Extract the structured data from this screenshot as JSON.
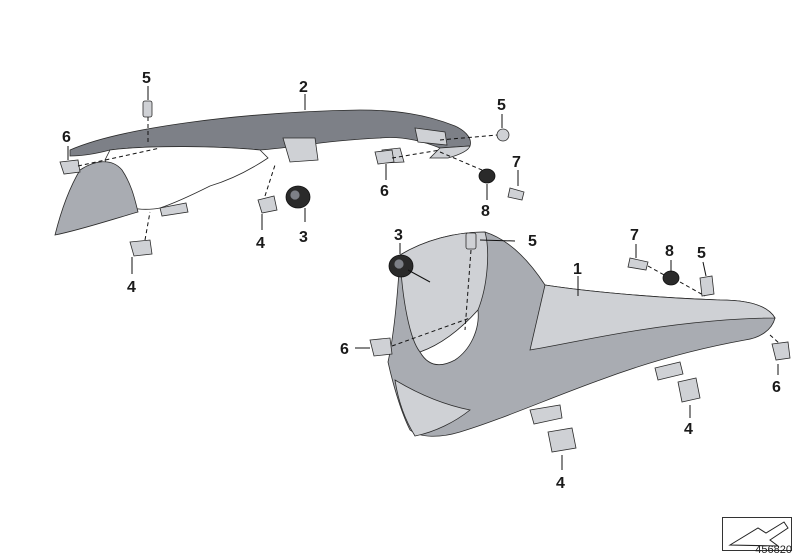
{
  "diagram": {
    "callouts": {
      "upper_cover": "2",
      "lower_cover": "1",
      "c3_upper": "3",
      "c3_lower": "3",
      "c4_upper_left": "4",
      "c4_upper_mid": "4",
      "c4_lower_left": "4",
      "c4_lower_right": "4",
      "c5_upper_left": "5",
      "c5_upper_right": "5",
      "c5_lower_left": "5",
      "c5_lower_right": "5",
      "c6_upper_left": "6",
      "c6_upper_mid": "6",
      "c6_lower_left": "6",
      "c6_lower_right": "6",
      "c7_upper": "7",
      "c7_lower": "7",
      "c8_upper": "8",
      "c8_lower": "8"
    },
    "diagram_number": "456820"
  }
}
